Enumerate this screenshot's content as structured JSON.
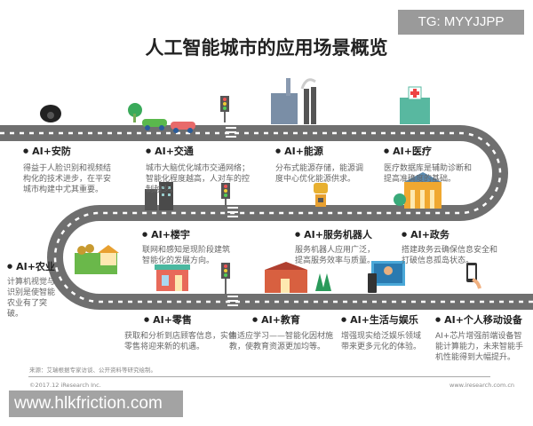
{
  "title": "人工智能城市的应用场景概览",
  "tg_badge": "TG: MYYJJPP",
  "watermark": "www.hlkfriction.com",
  "colors": {
    "road": "#6f6f6f",
    "dash": "#ffffff",
    "building_orange": "#f0a830",
    "tree_green": "#3aaa5a"
  },
  "scenes": [
    {
      "title": "AI+安防",
      "desc": "得益于人脸识别和视频结构化的技术进步，在平安城市构建中尤其重要。",
      "icon": "camera-icon"
    },
    {
      "title": "AI+交通",
      "desc": "城市大脑优化城市交通网络；智能化程度越高，人对车的控制越少。",
      "icon": "car-icon"
    },
    {
      "title": "AI+能源",
      "desc": "分布式能源存储，能源调度中心优化能源供求。",
      "icon": "factory-icon"
    },
    {
      "title": "AI+医疗",
      "desc": "医疗数据库是辅助诊断和提高准确度的基础。",
      "icon": "hospital-icon"
    },
    {
      "title": "AI+楼宇",
      "desc": "联网和感知是现阶段建筑智能化的发展方向。",
      "icon": "building-icon"
    },
    {
      "title": "AI+服务机器人",
      "desc": "服务机器人应用广泛，提高服务效率与质量。",
      "icon": "robot-icon"
    },
    {
      "title": "AI+政务",
      "desc": "搭建政务云确保信息安全和打破信息孤岛状态。",
      "icon": "government-icon"
    },
    {
      "title": "AI+农业",
      "desc": "计算机视觉与识别是使智能农业有了突破。",
      "icon": "farm-icon"
    },
    {
      "title": "AI+零售",
      "desc": "获取和分析到店顾客信息，实体零售将迎来新的机遇。",
      "icon": "store-icon"
    },
    {
      "title": "AI+教育",
      "desc": "自适应学习——智能化因材施教，使教育资源更加均等。",
      "icon": "school-icon"
    },
    {
      "title": "AI+生活与娱乐",
      "desc": "增强现实给泛娱乐领域带来更多元化的体验。",
      "icon": "screen-icon"
    },
    {
      "title": "AI+个人移动设备",
      "desc": "AI+芯片增强前端设备智能计算能力，未来智能手机性能得到大幅提升。",
      "icon": "phone-icon"
    }
  ],
  "footer": {
    "source": "来源：艾瑞根据专家访谈、公开资料等研究绘制。",
    "copyright": "©2017.12 iResearch Inc.",
    "site": "www.iresearch.com.cn"
  }
}
